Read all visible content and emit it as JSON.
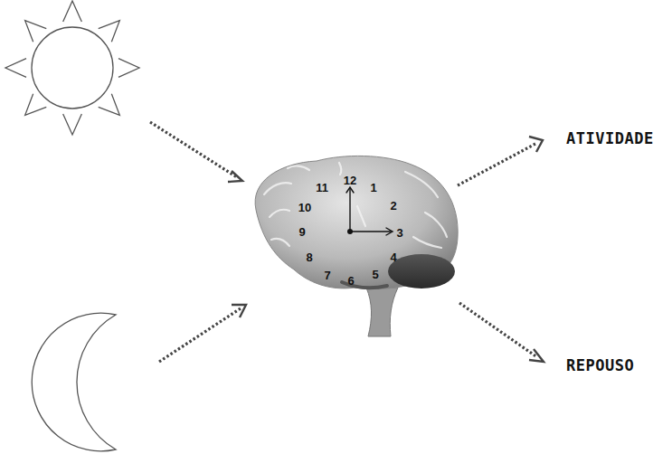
{
  "diagram": {
    "labels": [
      "11",
      "12",
      "1",
      "10",
      "2",
      "9",
      "3",
      "8",
      "4",
      "7",
      "5",
      "6",
      "ATIVIDADE",
      "REPOUSO"
    ]
  }
}
